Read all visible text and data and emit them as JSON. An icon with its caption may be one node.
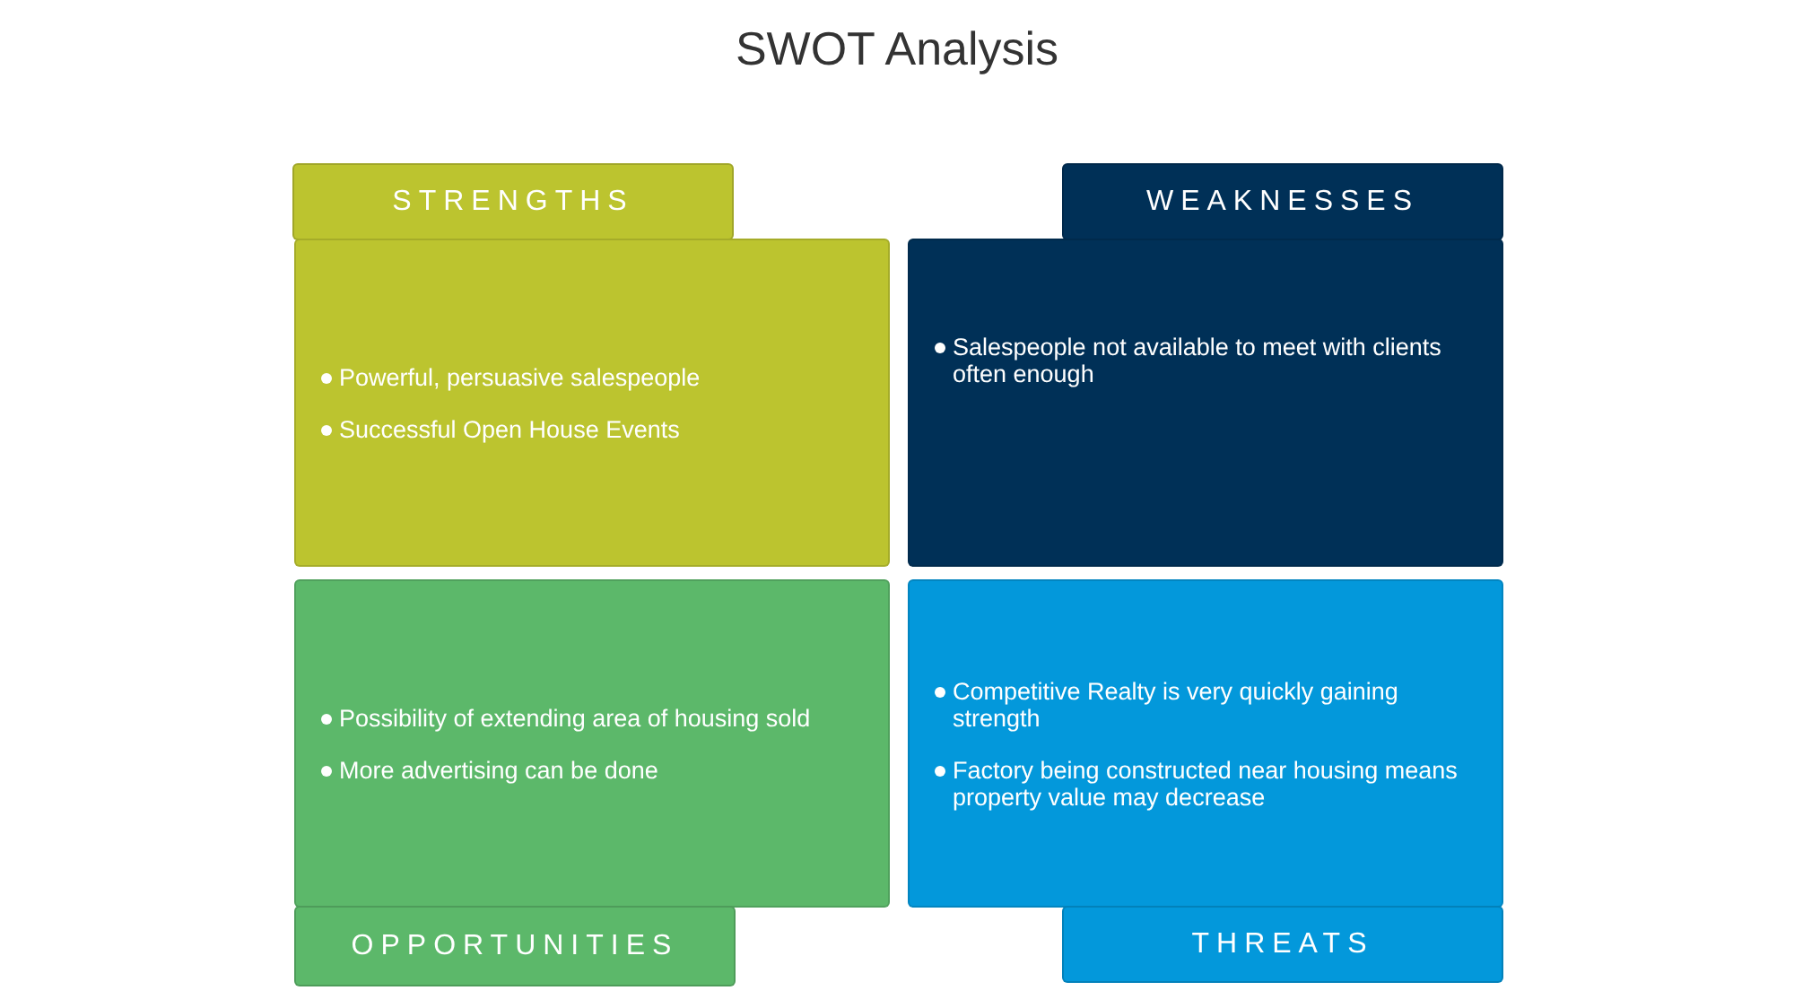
{
  "diagram": {
    "title": "SWOT Analysis",
    "nodes": [
      {
        "text": [
          "STRENGTHS"
        ]
      },
      {
        "text": [
          "WEAKNESSES"
        ]
      },
      {
        "text": [
          "Powerful, persuasive salespeople",
          "Successful Open House Events"
        ]
      },
      {
        "text": [
          "Salespeople not available to meet with clients often enough"
        ]
      },
      {
        "text": [
          "Possibility of extending area of housing sold",
          "More advertising can be done"
        ]
      },
      {
        "text": [
          "Competitive Realty is very quickly gaining strength",
          "Factory being constructed near housing means property value may  decrease"
        ]
      },
      {
        "text": [
          "OPPORTUNITIES"
        ]
      },
      {
        "text": [
          "THREATS"
        ]
      }
    ]
  }
}
